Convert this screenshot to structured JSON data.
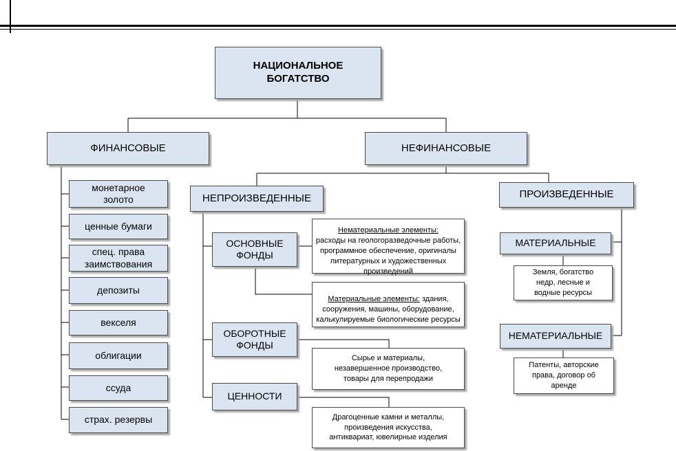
{
  "root": "НАЦИОНАЛЬНОЕ\nБОГАТСТВО",
  "financial": {
    "label": "ФИНАНСОВЫЕ",
    "items": [
      "монетарное\nзолото",
      "ценные бумаги",
      "спец. права\nзаимствования",
      "депозиты",
      "векселя",
      "облигации",
      "ссуда",
      "страх. резервы"
    ]
  },
  "nonfinancial": {
    "label": "НЕФИНАНСОВЫЕ",
    "nonproduced": {
      "label": "НЕПРОИЗВЕДЕННЫЕ",
      "fixed_assets": {
        "label": "ОСНОВНЫЕ\nФОНДЫ",
        "intangible_title": "Нематериальные элементы:",
        "intangible_text": "расходы на геологоразведочные работы, программное обеспечение, оригиналы литературных и художественных произведений",
        "tangible_title": "Материальные элементы:",
        "tangible_text": " здания, сооружения, машины, оборудование, калькулируемые биологические ресурсы"
      },
      "working_capital": {
        "label": "ОБОРОТНЫЕ\nФОНДЫ",
        "text": "Сырье и материалы,\nнезавершенное производство,\nтовары для перепродажи"
      },
      "valuables": {
        "label": "ЦЕННОСТИ",
        "text": "Драгоценные камни и металлы,\nпроизведения искусства,\nантиквариат, ювелирные изделия"
      }
    },
    "produced": {
      "label": "ПРОИЗВЕДЕННЫЕ",
      "material": {
        "label": "МАТЕРИАЛЬНЫЕ",
        "text": "Земля, богатство\nнедр, лесные и\nводные ресурсы"
      },
      "nonmaterial": {
        "label": "НЕМАТЕРИАЛЬНЫЕ",
        "text": "Патенты, авторские\nправа, договор об\nаренде"
      }
    }
  }
}
